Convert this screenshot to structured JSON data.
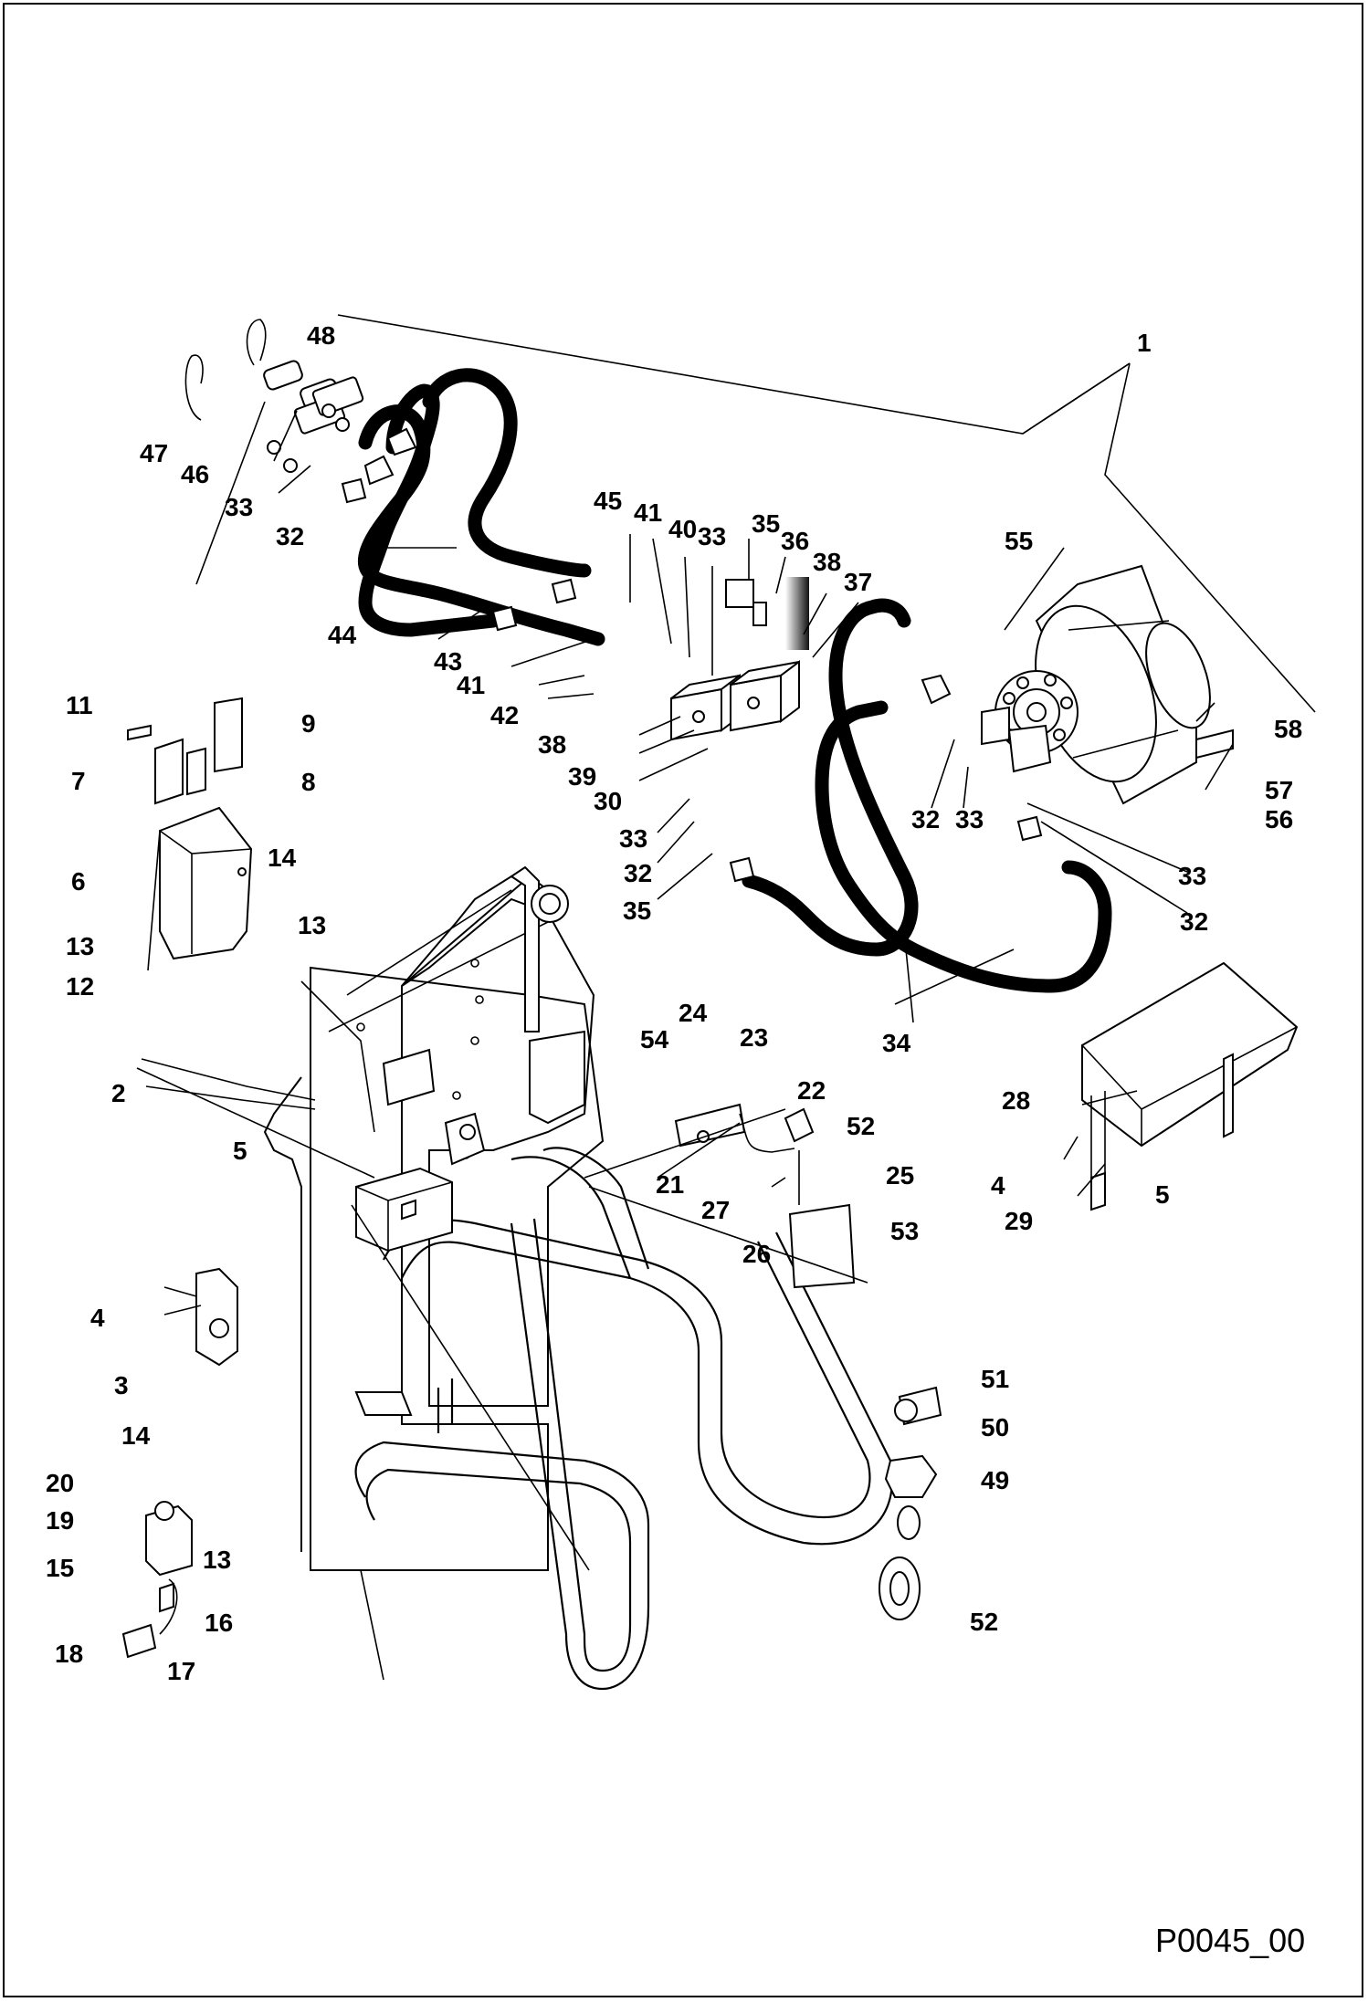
{
  "figure_code": "P0045_00",
  "callouts": [
    {
      "id": "c1",
      "text": "1"
    },
    {
      "id": "c2",
      "text": "2"
    },
    {
      "id": "c3",
      "text": "3"
    },
    {
      "id": "c4a",
      "text": "4"
    },
    {
      "id": "c4b",
      "text": "4"
    },
    {
      "id": "c5a",
      "text": "5"
    },
    {
      "id": "c5b",
      "text": "5"
    },
    {
      "id": "c6",
      "text": "6"
    },
    {
      "id": "c7",
      "text": "7"
    },
    {
      "id": "c8",
      "text": "8"
    },
    {
      "id": "c9",
      "text": "9"
    },
    {
      "id": "c11",
      "text": "11"
    },
    {
      "id": "c12",
      "text": "12"
    },
    {
      "id": "c13a",
      "text": "13"
    },
    {
      "id": "c13b",
      "text": "13"
    },
    {
      "id": "c13c",
      "text": "13"
    },
    {
      "id": "c14a",
      "text": "14"
    },
    {
      "id": "c14b",
      "text": "14"
    },
    {
      "id": "c15",
      "text": "15"
    },
    {
      "id": "c16",
      "text": "16"
    },
    {
      "id": "c17",
      "text": "17"
    },
    {
      "id": "c18",
      "text": "18"
    },
    {
      "id": "c19",
      "text": "19"
    },
    {
      "id": "c20",
      "text": "20"
    },
    {
      "id": "c21",
      "text": "21"
    },
    {
      "id": "c22",
      "text": "22"
    },
    {
      "id": "c23",
      "text": "23"
    },
    {
      "id": "c24",
      "text": "24"
    },
    {
      "id": "c25",
      "text": "25"
    },
    {
      "id": "c26",
      "text": "26"
    },
    {
      "id": "c27",
      "text": "27"
    },
    {
      "id": "c28",
      "text": "28"
    },
    {
      "id": "c29",
      "text": "29"
    },
    {
      "id": "c30",
      "text": "30"
    },
    {
      "id": "c32a",
      "text": "32"
    },
    {
      "id": "c32b",
      "text": "32"
    },
    {
      "id": "c32c",
      "text": "32"
    },
    {
      "id": "c32d",
      "text": "32"
    },
    {
      "id": "c33a",
      "text": "33"
    },
    {
      "id": "c33b",
      "text": "33"
    },
    {
      "id": "c33c",
      "text": "33"
    },
    {
      "id": "c33d",
      "text": "33"
    },
    {
      "id": "c33e",
      "text": "33"
    },
    {
      "id": "c34",
      "text": "34"
    },
    {
      "id": "c35a",
      "text": "35"
    },
    {
      "id": "c35b",
      "text": "35"
    },
    {
      "id": "c36",
      "text": "36"
    },
    {
      "id": "c37",
      "text": "37"
    },
    {
      "id": "c38a",
      "text": "38"
    },
    {
      "id": "c38b",
      "text": "38"
    },
    {
      "id": "c39",
      "text": "39"
    },
    {
      "id": "c40",
      "text": "40"
    },
    {
      "id": "c41a",
      "text": "41"
    },
    {
      "id": "c41b",
      "text": "41"
    },
    {
      "id": "c42",
      "text": "42"
    },
    {
      "id": "c43",
      "text": "43"
    },
    {
      "id": "c44",
      "text": "44"
    },
    {
      "id": "c45",
      "text": "45"
    },
    {
      "id": "c46",
      "text": "46"
    },
    {
      "id": "c47",
      "text": "47"
    },
    {
      "id": "c48",
      "text": "48"
    },
    {
      "id": "c49",
      "text": "49"
    },
    {
      "id": "c50",
      "text": "50"
    },
    {
      "id": "c51",
      "text": "51"
    },
    {
      "id": "c52a",
      "text": "52"
    },
    {
      "id": "c52b",
      "text": "52"
    },
    {
      "id": "c53",
      "text": "53"
    },
    {
      "id": "c54",
      "text": "54"
    },
    {
      "id": "c55",
      "text": "55"
    },
    {
      "id": "c56",
      "text": "56"
    },
    {
      "id": "c57",
      "text": "57"
    },
    {
      "id": "c58",
      "text": "58"
    }
  ]
}
